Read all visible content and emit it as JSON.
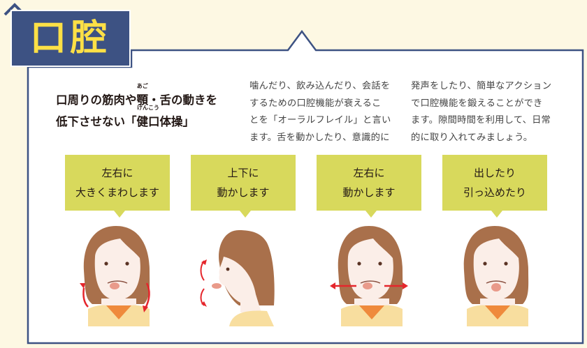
{
  "title": "口腔",
  "headline": {
    "line1_before": "口周りの筋肉や",
    "line1_ruby_base": "顎",
    "line1_ruby_text": "あご",
    "line1_after": "・舌の動きを",
    "line2_before": "低下させない「",
    "line2_ruby_base": "健口",
    "line2_ruby_text": "けんこう",
    "line2_after": "体操」"
  },
  "body": {
    "col1": [
      "噛んだり、飲み込んだり、会話を",
      "するための口腔機能が衰えるこ",
      "とを「オーラルフレイル」と言い",
      "ます。舌を動かしたり、意識的に"
    ],
    "col2": [
      "発声をしたり、簡単なアクション",
      "で口腔機能を鍛えることができ",
      "ます。隙間時間を利用して、日常",
      "的に取り入れてみましょう。"
    ]
  },
  "exercises": [
    {
      "line1": "左右に",
      "line2": "大きくまわします"
    },
    {
      "line1": "上下に",
      "line2": "動かします"
    },
    {
      "line1": "左右に",
      "line2": "動かします"
    },
    {
      "line1": "出したり",
      "line2": "引っ込めたり"
    }
  ],
  "colors": {
    "navy": "#3d5283",
    "yellow": "#fde046",
    "olive": "#d8d95c",
    "cream": "#fdf8e3",
    "arrow": "#e5262c"
  }
}
